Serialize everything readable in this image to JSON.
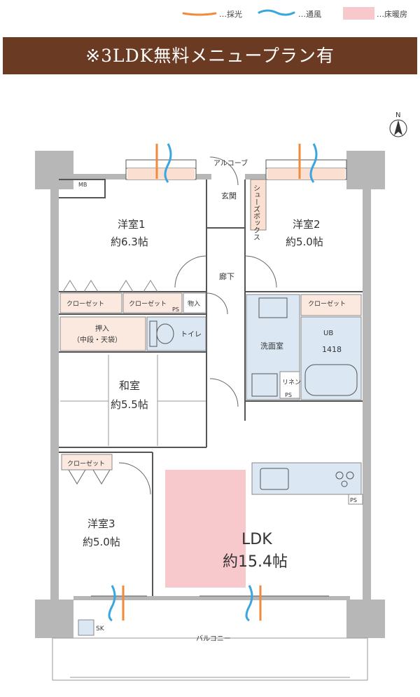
{
  "legend": {
    "light": "…採光",
    "wind": "…通風",
    "floor_heating": "…床暖房",
    "light_color": "#f08a3c",
    "wind_color": "#3aa6e0",
    "floor_heating_color": "#f7c8cc"
  },
  "banner": {
    "text": "※3LDK無料メニュープラン有",
    "color": "#6b3a22"
  },
  "compass": {
    "north": "N"
  },
  "rooms": {
    "west1_name": "洋室1",
    "west1_size": "約6.3帖",
    "west2_name": "洋室2",
    "west2_size": "約5.0帖",
    "washitsu_name": "和室",
    "washitsu_size": "約5.5帖",
    "west3_name": "洋室3",
    "west3_size": "約5.0帖",
    "ldk_name": "LDK",
    "ldk_size": "約15.4帖"
  },
  "labels": {
    "alcove": "アルコーブ",
    "entrance": "玄関",
    "shoe_box": "シューズボックス",
    "hallway": "廊下",
    "mb": "MB",
    "closet": "クローゼット",
    "ps": "PS",
    "storage": "物入",
    "oshiire": "押入",
    "oshiire_detail": "（中段・天袋）",
    "toilet": "トイレ",
    "washroom": "洗面室",
    "ub": "UB",
    "ub_size": "1418",
    "linen": "リネン",
    "balcony": "バルコニー",
    "sk": "SK"
  },
  "colors": {
    "wall": "#b7b7b7",
    "wet_area": "#dbe7f3",
    "closet_fill": "#fbe9e0",
    "floor_heating": "#f7c8cc"
  }
}
